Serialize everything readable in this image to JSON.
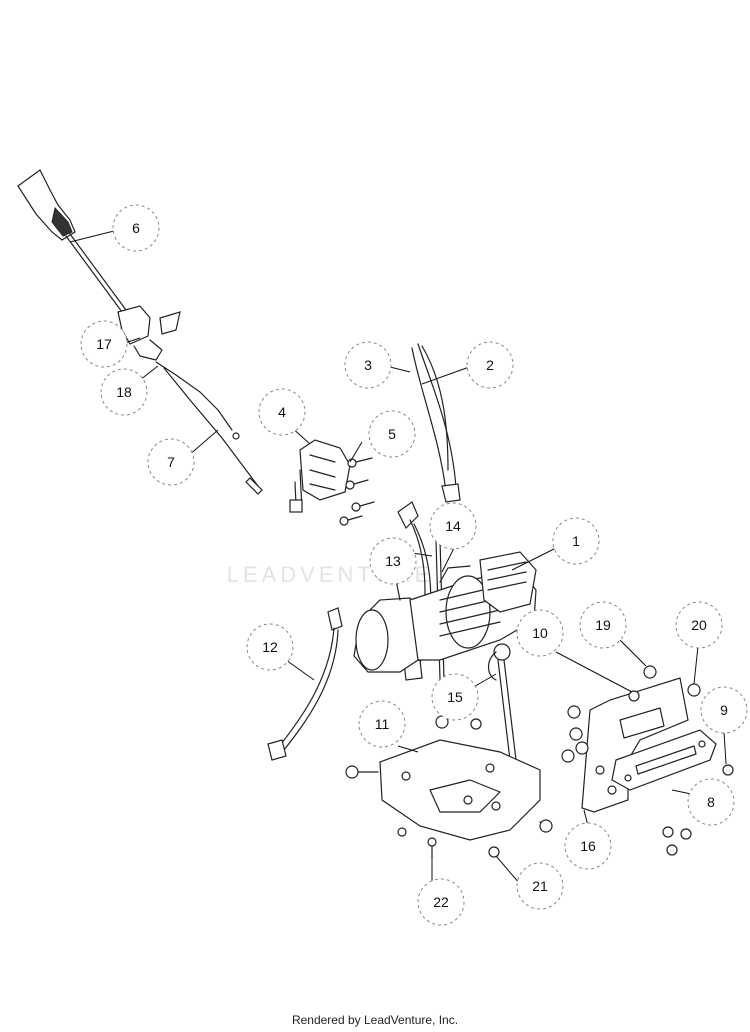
{
  "watermark": "LEADVENTURE",
  "footer": "Rendered by LeadVenture, Inc.",
  "callouts": [
    {
      "label": "1"
    },
    {
      "label": "2"
    },
    {
      "label": "3"
    },
    {
      "label": "4"
    },
    {
      "label": "5"
    },
    {
      "label": "6"
    },
    {
      "label": "7"
    },
    {
      "label": "8"
    },
    {
      "label": "9"
    },
    {
      "label": "10"
    },
    {
      "label": "11"
    },
    {
      "label": "12"
    },
    {
      "label": "13"
    },
    {
      "label": "14"
    },
    {
      "label": "15"
    },
    {
      "label": "16"
    },
    {
      "label": "17"
    },
    {
      "label": "18"
    },
    {
      "label": "19"
    },
    {
      "label": "20"
    },
    {
      "label": "21"
    },
    {
      "label": "22"
    }
  ]
}
